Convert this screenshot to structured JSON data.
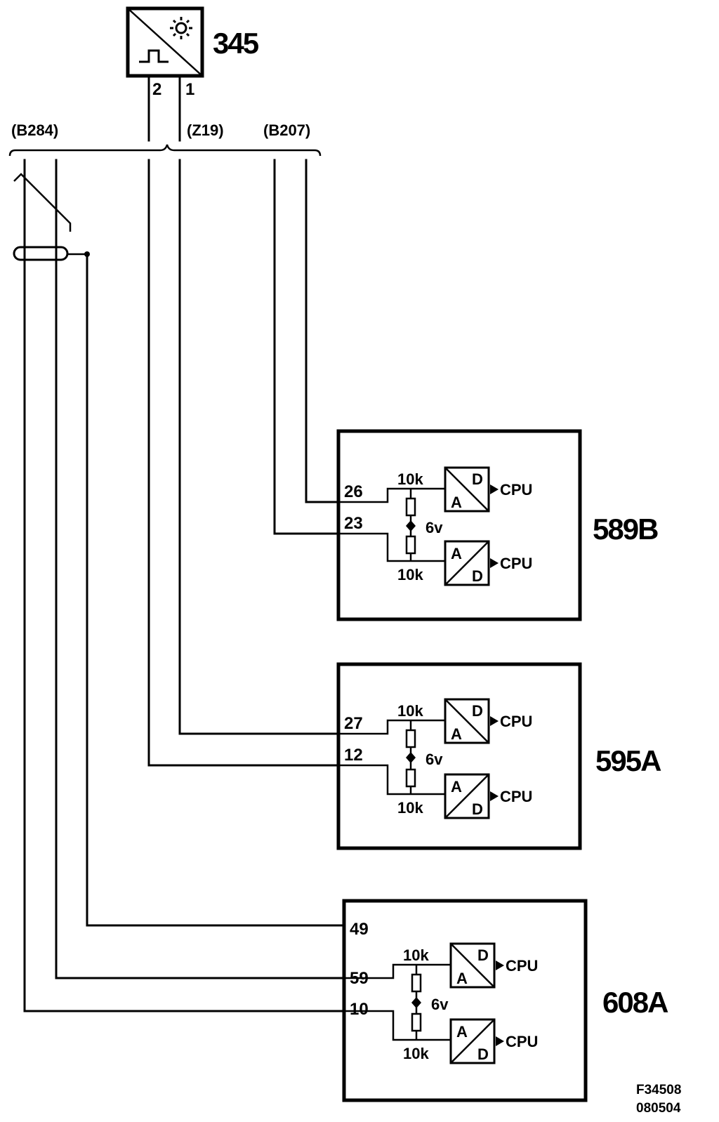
{
  "sensor": {
    "id": "345",
    "pin_2": "2",
    "pin_1": "1"
  },
  "harness": {
    "left": "(B284)",
    "mid": "(Z19)",
    "right": "(B207)"
  },
  "modules": [
    {
      "id": "589B",
      "pin_top": "26",
      "pin_bottom": "23",
      "res_top": "10k",
      "res_bottom": "10k",
      "supply": "6v",
      "conv_top_a": "A",
      "conv_top_d": "D",
      "conv_bot_a": "A",
      "conv_bot_d": "D",
      "out_top": "CPU",
      "out_bottom": "CPU"
    },
    {
      "id": "595A",
      "pin_top": "27",
      "pin_bottom": "12",
      "res_top": "10k",
      "res_bottom": "10k",
      "supply": "6v",
      "conv_top_a": "A",
      "conv_top_d": "D",
      "conv_bot_a": "A",
      "conv_bot_d": "D",
      "out_top": "CPU",
      "out_bottom": "CPU"
    },
    {
      "id": "608A",
      "pin_extra": "49",
      "pin_top": "59",
      "pin_bottom": "10",
      "res_top": "10k",
      "res_bottom": "10k",
      "supply": "6v",
      "conv_top_a": "A",
      "conv_top_d": "D",
      "conv_bot_a": "A",
      "conv_bot_d": "D",
      "out_top": "CPU",
      "out_bottom": "CPU"
    }
  ],
  "footer": {
    "figure": "F34508",
    "date": "080504"
  }
}
